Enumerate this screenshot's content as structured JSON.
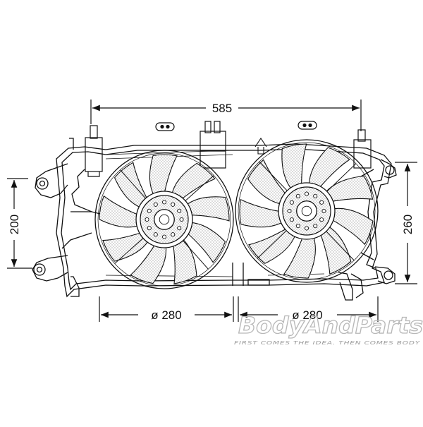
{
  "dimensions": {
    "overall_width": "585",
    "height_left": "200",
    "height_right": "260",
    "fan_left_diameter": "ø 280",
    "fan_right_diameter": "ø 280"
  },
  "watermark": {
    "brand": "BodyAndParts",
    "tagline": "FIRST COMES THE IDEA. THEN COMES BODY"
  },
  "colors": {
    "line": "#111111",
    "watermark": "#b8b8b8",
    "background": "#ffffff"
  }
}
